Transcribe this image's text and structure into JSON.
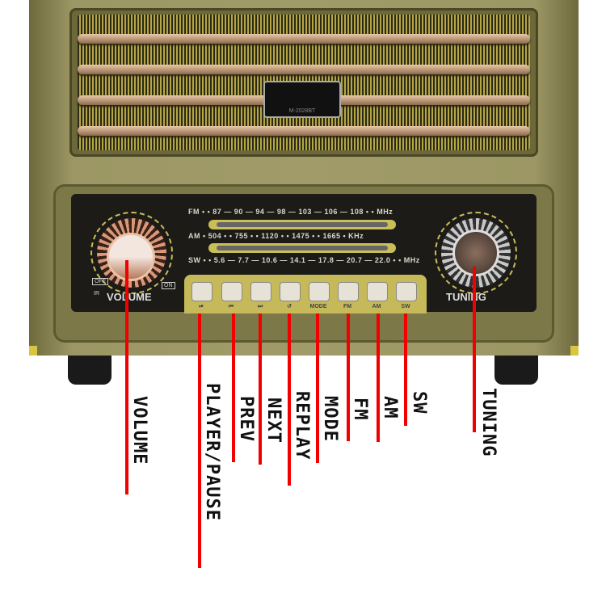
{
  "badge": "M-2028BT",
  "scales": {
    "fm": "FM • • 87 — 90 — 94 — 98 — 103 — 106 — 108 • • MHz",
    "am": "AM • 504 • • 755 • • 1120 • • 1475 • • 1665 • KHz",
    "sw": "SW • • 5.6 — 7.7 — 10.6 — 14.1 — 17.8 — 20.7 — 22.0 • • MHz"
  },
  "panel": {
    "volume": "VOLUME",
    "tuning": "TUNING",
    "off": "OFF",
    "on": "ON",
    "ir": "IR"
  },
  "buttons": [
    "⏯",
    "⏮",
    "⏭",
    "↺",
    "MODE",
    "FM",
    "AM",
    "SW"
  ],
  "labels": {
    "volume": "VOLUME",
    "play": "PLAYER/PAUSE",
    "prev": "PREV",
    "next": "NEXT",
    "replay": "REPLAY",
    "mode": "MODE",
    "fm": "FM",
    "am": "AM",
    "sw": "SW",
    "tuning": "TUNING"
  },
  "colors": {
    "annotation": "#f20000"
  }
}
